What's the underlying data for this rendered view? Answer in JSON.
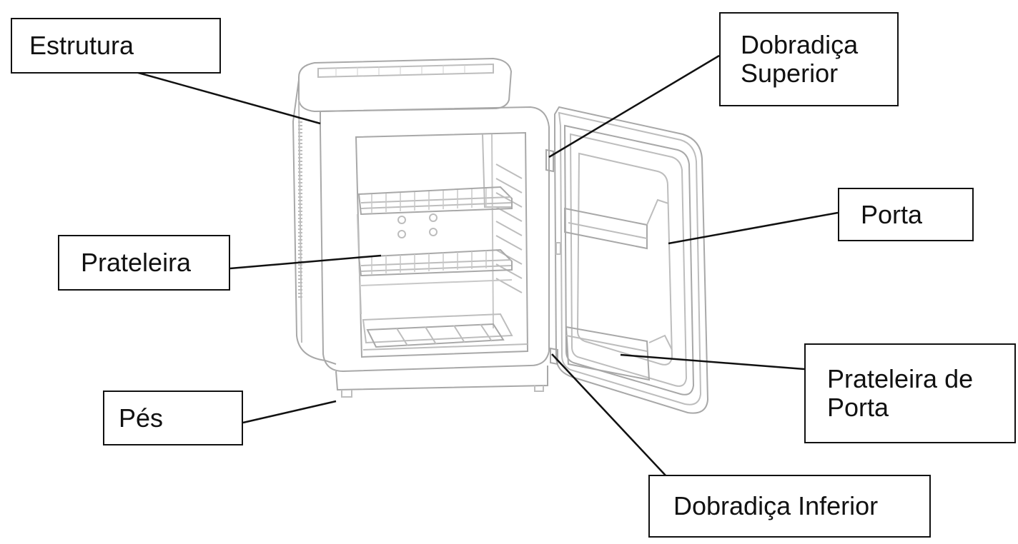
{
  "labels": {
    "estrutura": "Estrutura",
    "dobradica_superior": [
      "Dobradiça",
      "Superior"
    ],
    "porta": "Porta",
    "prateleira": "Prateleira",
    "prateleira_de_porta": [
      "Prateleira de",
      "Porta"
    ],
    "pes": "Pés",
    "dobradica_inferior": "Dobradiça Inferior"
  },
  "colors": {
    "outline": "#111111",
    "drawing": "#9a9a9a",
    "background": "#ffffff"
  }
}
